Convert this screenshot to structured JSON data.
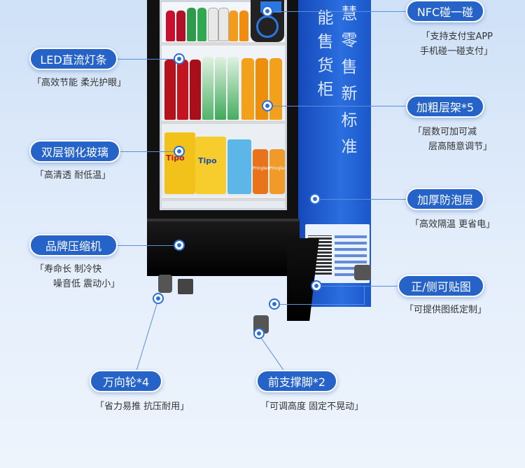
{
  "features": [
    {
      "label": "NFC碰一碰",
      "desc": [
        "「支持支付宝APP",
        "手机碰一碰支付」"
      ]
    },
    {
      "label": "LED直流灯条",
      "desc": [
        "「高效节能 柔光护眼」"
      ]
    },
    {
      "label": "加粗层架*5",
      "desc": [
        "「层数可加可减",
        "层高随意调节」"
      ]
    },
    {
      "label": "双层钢化玻璃",
      "desc": [
        "「高清透 耐低温」"
      ]
    },
    {
      "label": "加厚防泡层",
      "desc": [
        "「高效隔温 更省电」"
      ]
    },
    {
      "label": "品牌压缩机",
      "desc": [
        "「寿命长 制冷快",
        "噪音低 震动小」"
      ]
    },
    {
      "label": "正/侧可贴图",
      "desc": [
        "「可提供图纸定制」"
      ]
    },
    {
      "label": "万向轮*4",
      "desc": [
        "「省力易推 抗压耐用」"
      ]
    },
    {
      "label": "前支撑脚*2",
      "desc": [
        "「可调高度 固定不晃动」"
      ]
    }
  ],
  "side_panel": {
    "col_left": [
      "能",
      "售",
      "货",
      "柜"
    ],
    "col_right": [
      "慧",
      "零",
      "售",
      "新",
      "标",
      "准"
    ]
  },
  "products": {
    "snack_brand_1": "Tipo",
    "snack_brand_2": "Pringles"
  },
  "colors": {
    "accent": "#2563c9",
    "panel": "#1f5fd6",
    "cabinet": "#1a1a1a"
  }
}
